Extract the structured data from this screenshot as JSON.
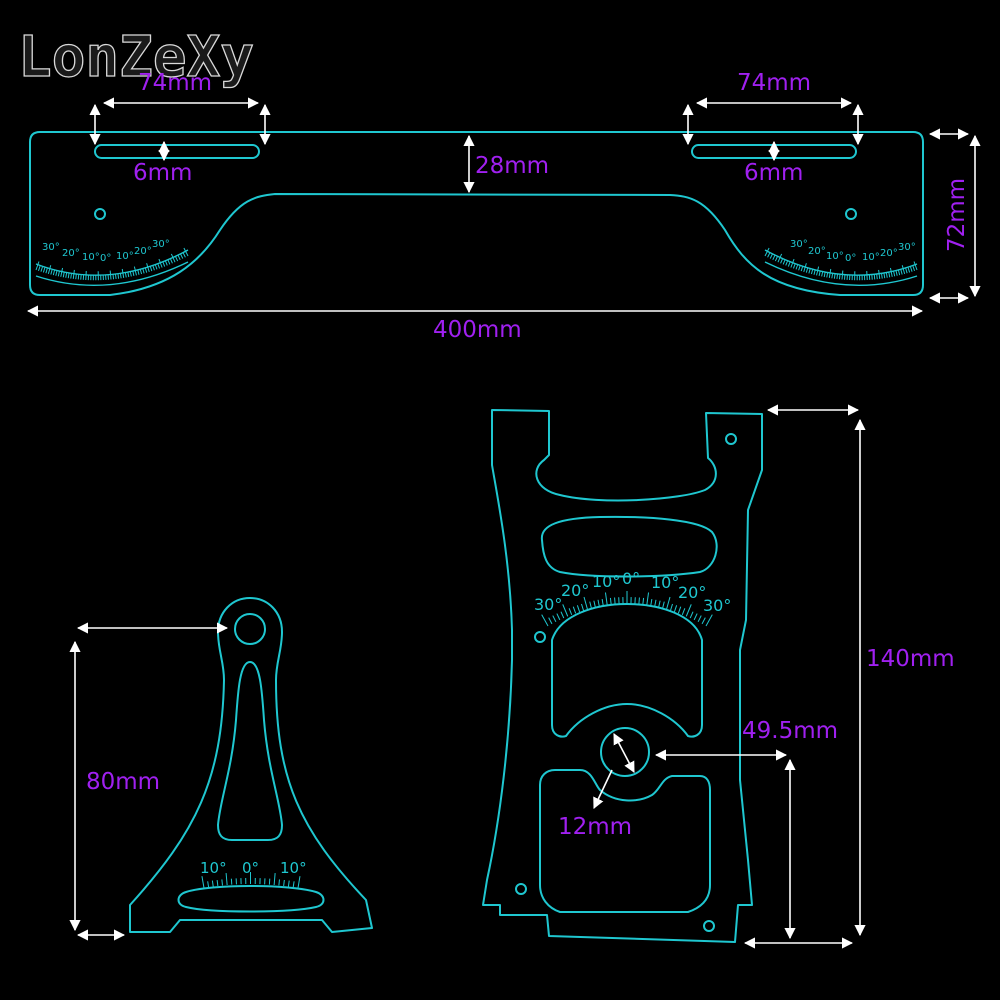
{
  "brand": {
    "logo": "LonZeXy"
  },
  "ruler": {
    "slot_width_left": "74mm",
    "slot_width_right": "74mm",
    "slot_height_left": "6mm",
    "slot_height_right": "6mm",
    "center_depth": "28mm",
    "height": "72mm",
    "length": "400mm",
    "scale_left": [
      "30°",
      "20°",
      "10°",
      "0°",
      "10°",
      "20°",
      "30°"
    ],
    "scale_right": [
      "30°",
      "20°",
      "10°",
      "0°",
      "10°",
      "20°",
      "30°"
    ]
  },
  "small_gauge": {
    "height": "80mm",
    "scale": [
      "10°",
      "0°",
      "10°"
    ]
  },
  "large_gauge": {
    "height": "140mm",
    "inner_height": "49.5mm",
    "hole_diameter": "12mm",
    "scale": [
      "30°",
      "20°",
      "10°",
      "0°",
      "10°",
      "20°",
      "30°"
    ]
  },
  "colors": {
    "outline": "#1fc7d0",
    "dimension_text": "#a020f0",
    "arrows": "#ffffff",
    "background": "#000000"
  }
}
